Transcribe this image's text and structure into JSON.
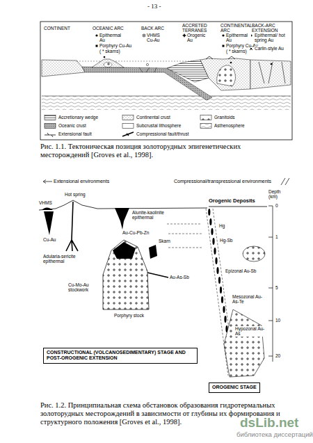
{
  "diagram": {
    "nodes": [
      {
        "text": [
          "CONSTRUCTIONAL (VOLCANOSEDIMENTARY) STAGE AND POST-OROGENIC EXTENSION"
        ]
      },
      {
        "text": [
          "OROGENIC STAGE"
        ]
      }
    ],
    "labels": [
      "- 13 -",
      "CONTINENT",
      "OCEANIC ARC",
      "BACK ARC",
      "ACCRETED TERRANES",
      "CONTINENTAL ARC",
      "BACK-ARC EXTENSION",
      "Epithermal Au",
      "Porphyry Cu-Au",
      "( * skarns)",
      "VHMS Cu-Au",
      "Orogenic Au",
      "Epithermal Au",
      "Porphyry Cu-Au",
      "( * skarns)",
      "Epithermal/ hot spring Au",
      "Carlin-style Au",
      "Рис. 1.1. Тектоническая позиция золоторудных эпигенетических месторождений [Groves et al., 1998].",
      "Extensional environments",
      "Compressional/transpressional environments",
      "Depth (km)",
      "0",
      "1",
      "5",
      "10",
      "20",
      "Orogenic Deposits",
      "VHMS",
      "Hot spring",
      "Alunite-kaolinite epithermal",
      "Au-Cu-Pb-Zn",
      "Skarn",
      "Cu-Au",
      "Adularia-sericite epithermal",
      "Au-As-Sb",
      "Cu-Mo-Au stockwork",
      "Porphyry stock",
      "Hg",
      "Hg-Sb",
      "Epizonal Au-Sb",
      "Mesozonal Au-As-Te",
      "Hypozonal Au-As",
      "Рис. 1.2. Принципиальная схема обстановок образования гидротермальных золоторудных месторождений в зависимости от глубины их формирования и структурного положения [Groves et al., 1998].",
      "dsLib.net",
      "библиотека диссертаций"
    ],
    "legend": [
      {
        "text": "Accretionary wedge"
      },
      {
        "text": "Continental crust"
      },
      {
        "text": "Granitoids"
      },
      {
        "text": "Oceanic crust"
      },
      {
        "text": "Subcrustal lithosphere",
        "color": "#ffffff"
      },
      {
        "text": "Asthenosphere"
      },
      {
        "text": "Extensional fault"
      },
      {
        "text": "Compressional fault/thrust"
      }
    ]
  }
}
